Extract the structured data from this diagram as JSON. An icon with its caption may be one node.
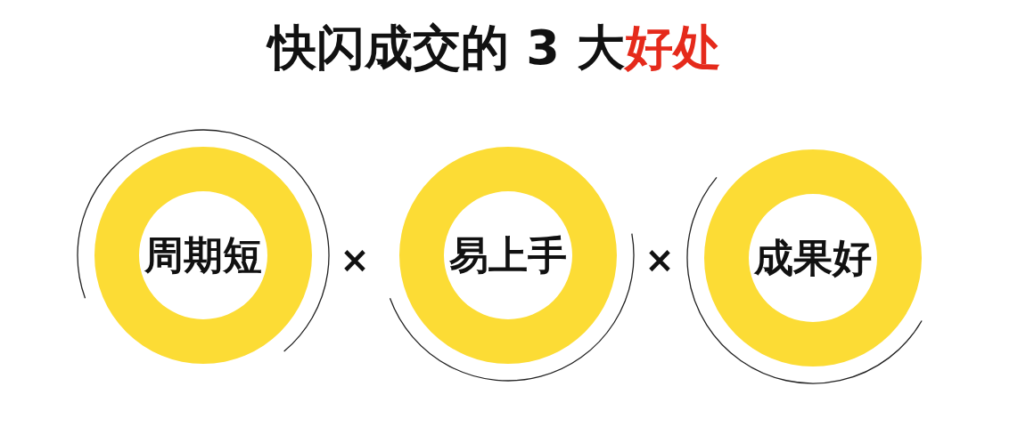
{
  "diagram": {
    "title": "快闪成交的 3 大**好处**",
    "nodes": [
      {
        "text": [
          "周期短"
        ]
      },
      {
        "text": [
          "易上手"
        ]
      },
      {
        "text": [
          "成果好"
        ]
      }
    ],
    "labels": [
      "×",
      "×"
    ]
  }
}
